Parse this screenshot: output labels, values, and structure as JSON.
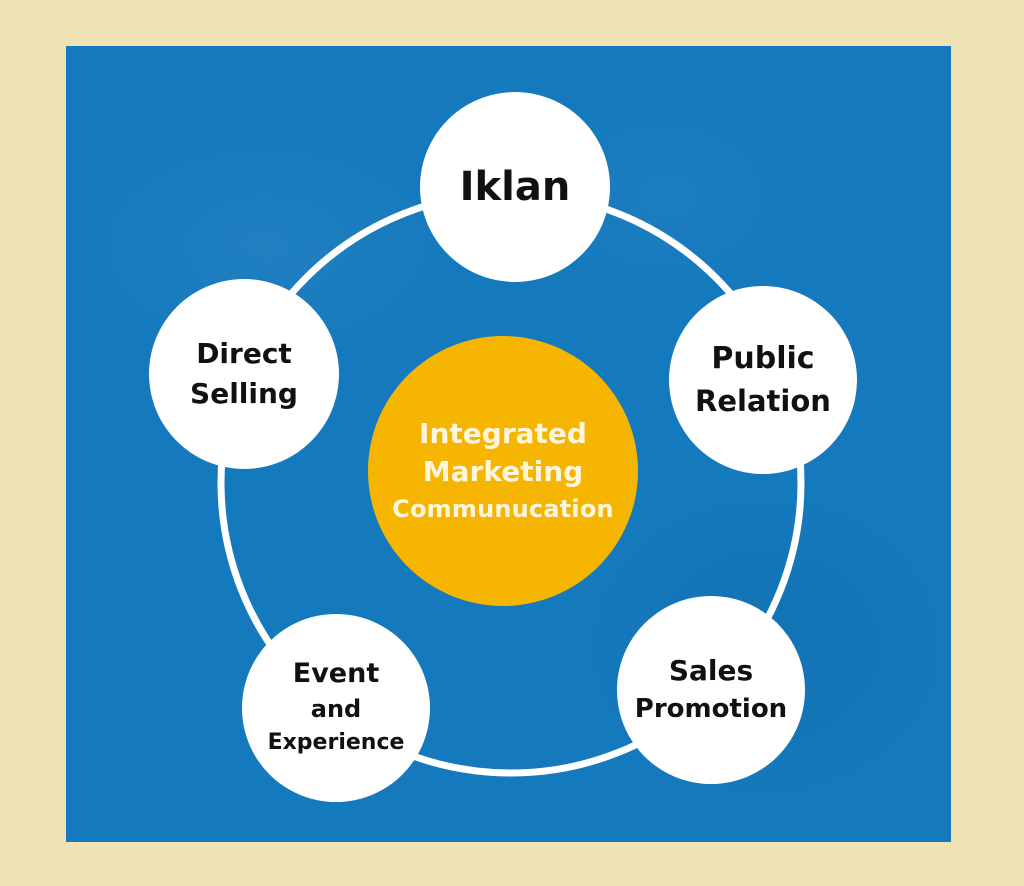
{
  "colors": {
    "page_background": "#EFE3B5",
    "panel_background": "#1479BD",
    "node_fill": "#FFFFFF",
    "node_text": "#111111",
    "center_fill": "#F6B500",
    "center_text": "#FFF6DC",
    "ring_stroke": "#FFFFFF"
  },
  "center": {
    "lines": [
      "Integrated",
      "Marketing",
      "Communucation"
    ]
  },
  "nodes": {
    "iklan": {
      "lines": [
        "Iklan"
      ]
    },
    "public_relation": {
      "lines": [
        "Public",
        "Relation"
      ]
    },
    "sales_promotion": {
      "lines": [
        "Sales",
        "Promotion"
      ]
    },
    "event_experience": {
      "lines": [
        "Event",
        "and",
        "Experience"
      ]
    },
    "direct_selling": {
      "lines": [
        "Direct",
        "Selling"
      ]
    }
  }
}
